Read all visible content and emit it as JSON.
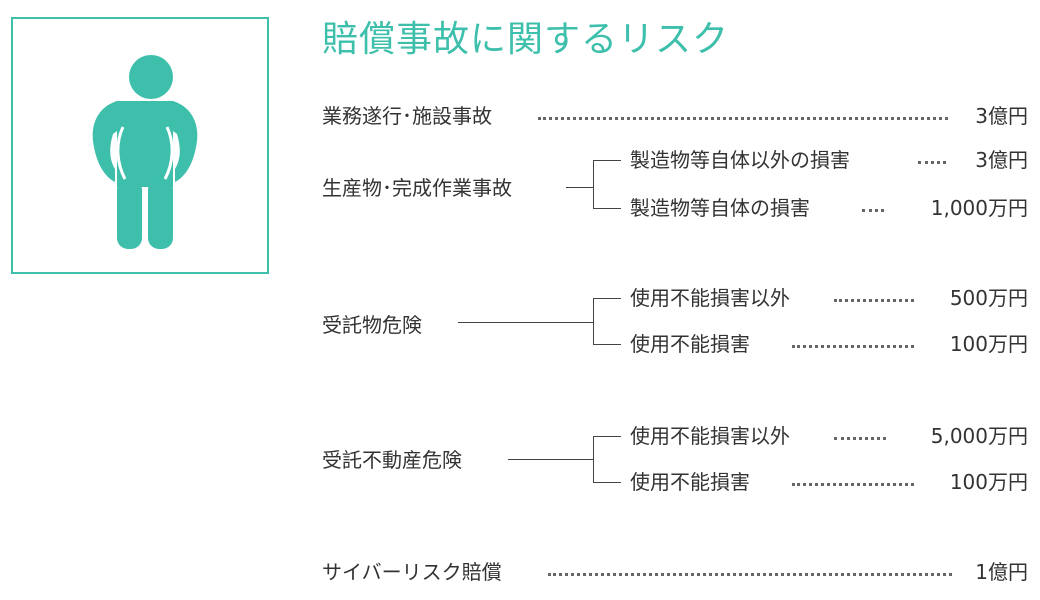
{
  "title": "賠償事故に関するリスク",
  "colors": {
    "accent": "#3dbfac",
    "text": "#333333"
  },
  "icon": "bowing-person-icon",
  "rows": [
    {
      "label": "業務遂行･施設事故",
      "amount": "3億円"
    },
    {
      "label": "生産物･完成作業事故",
      "branches": [
        {
          "label": "製造物等自体以外の損害",
          "amount": "3億円"
        },
        {
          "label": "製造物等自体の損害",
          "amount": "1,000万円"
        }
      ]
    },
    {
      "label": "受託物危険",
      "branches": [
        {
          "label": "使用不能損害以外",
          "amount": "500万円"
        },
        {
          "label": "使用不能損害",
          "amount": "100万円"
        }
      ]
    },
    {
      "label": "受託不動産危険",
      "branches": [
        {
          "label": "使用不能損害以外",
          "amount": "5,000万円"
        },
        {
          "label": "使用不能損害",
          "amount": "100万円"
        }
      ]
    },
    {
      "label": "サイバーリスク賠償",
      "amount": "1億円"
    }
  ]
}
